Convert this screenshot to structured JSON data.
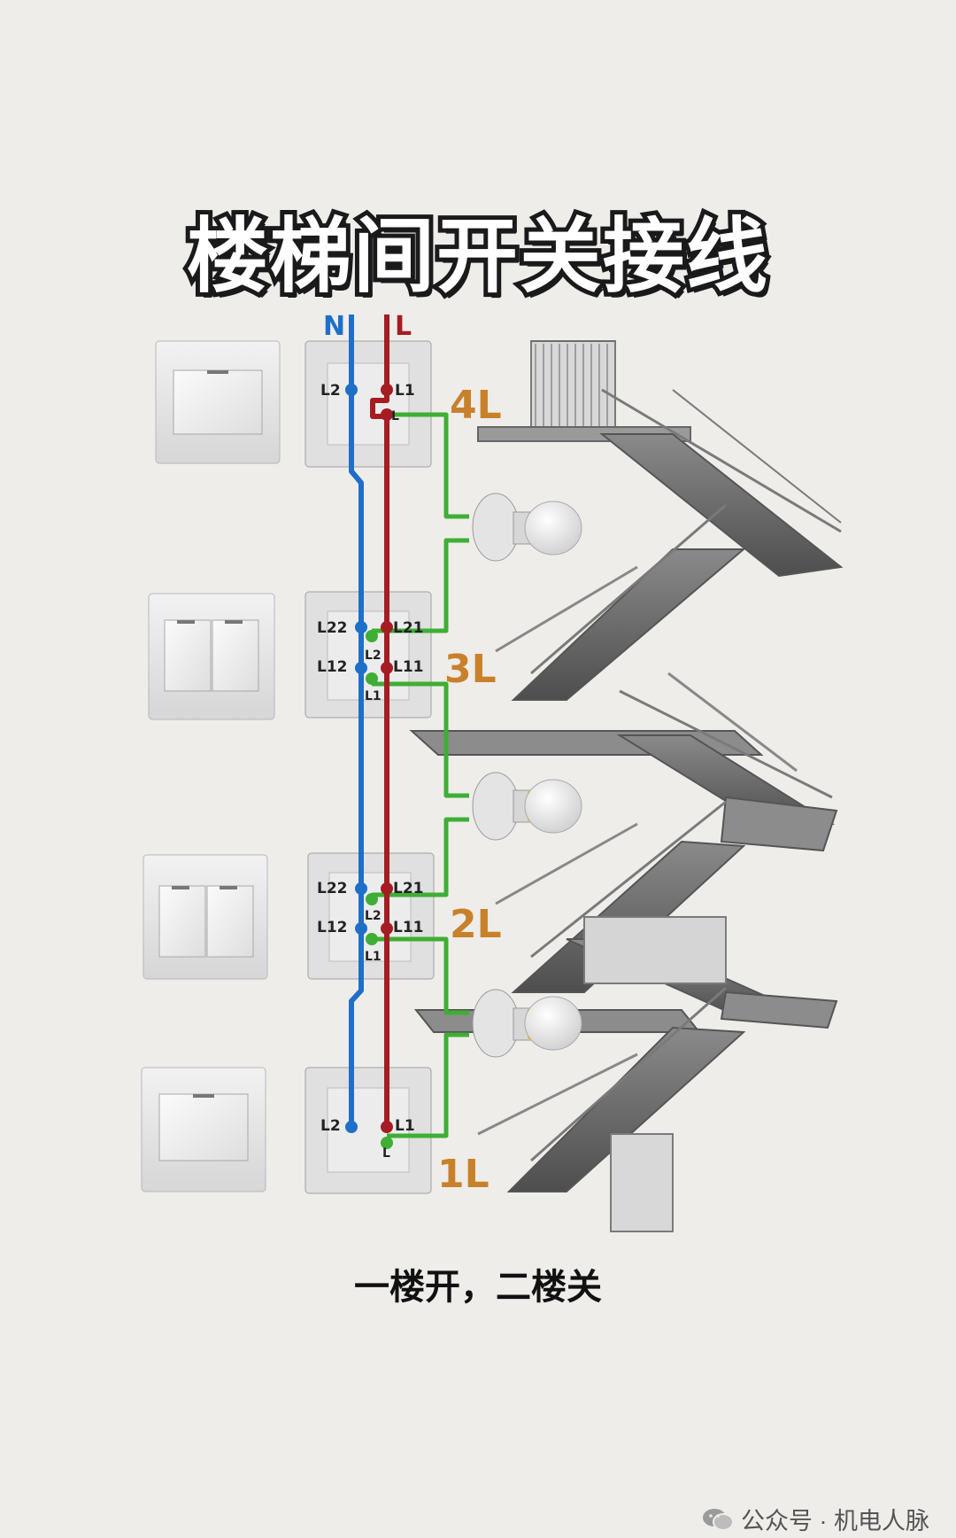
{
  "title": "楼梯间开关接线",
  "caption": "一楼开，二楼关",
  "footer": {
    "icon": "wechat-icon",
    "text": "公众号 · 机电人脉"
  },
  "wires": {
    "neutral_label": "N",
    "live_label": "L",
    "colors": {
      "neutral": "#1f6fc9",
      "live": "#a51d22",
      "control": "#3fae34"
    }
  },
  "floors": [
    {
      "floor_label": "4L",
      "terminals": [
        "L2",
        "L1",
        "L"
      ]
    },
    {
      "floor_label": "3L",
      "terminals": [
        "L22",
        "L21",
        "L2",
        "L12",
        "L11",
        "L1"
      ]
    },
    {
      "floor_label": "2L",
      "terminals": [
        "L22",
        "L21",
        "L2",
        "L12",
        "L11",
        "L1"
      ]
    },
    {
      "floor_label": "1L",
      "terminals": [
        "L2",
        "L1",
        "L"
      ]
    }
  ],
  "accent_color": "#c8812b"
}
